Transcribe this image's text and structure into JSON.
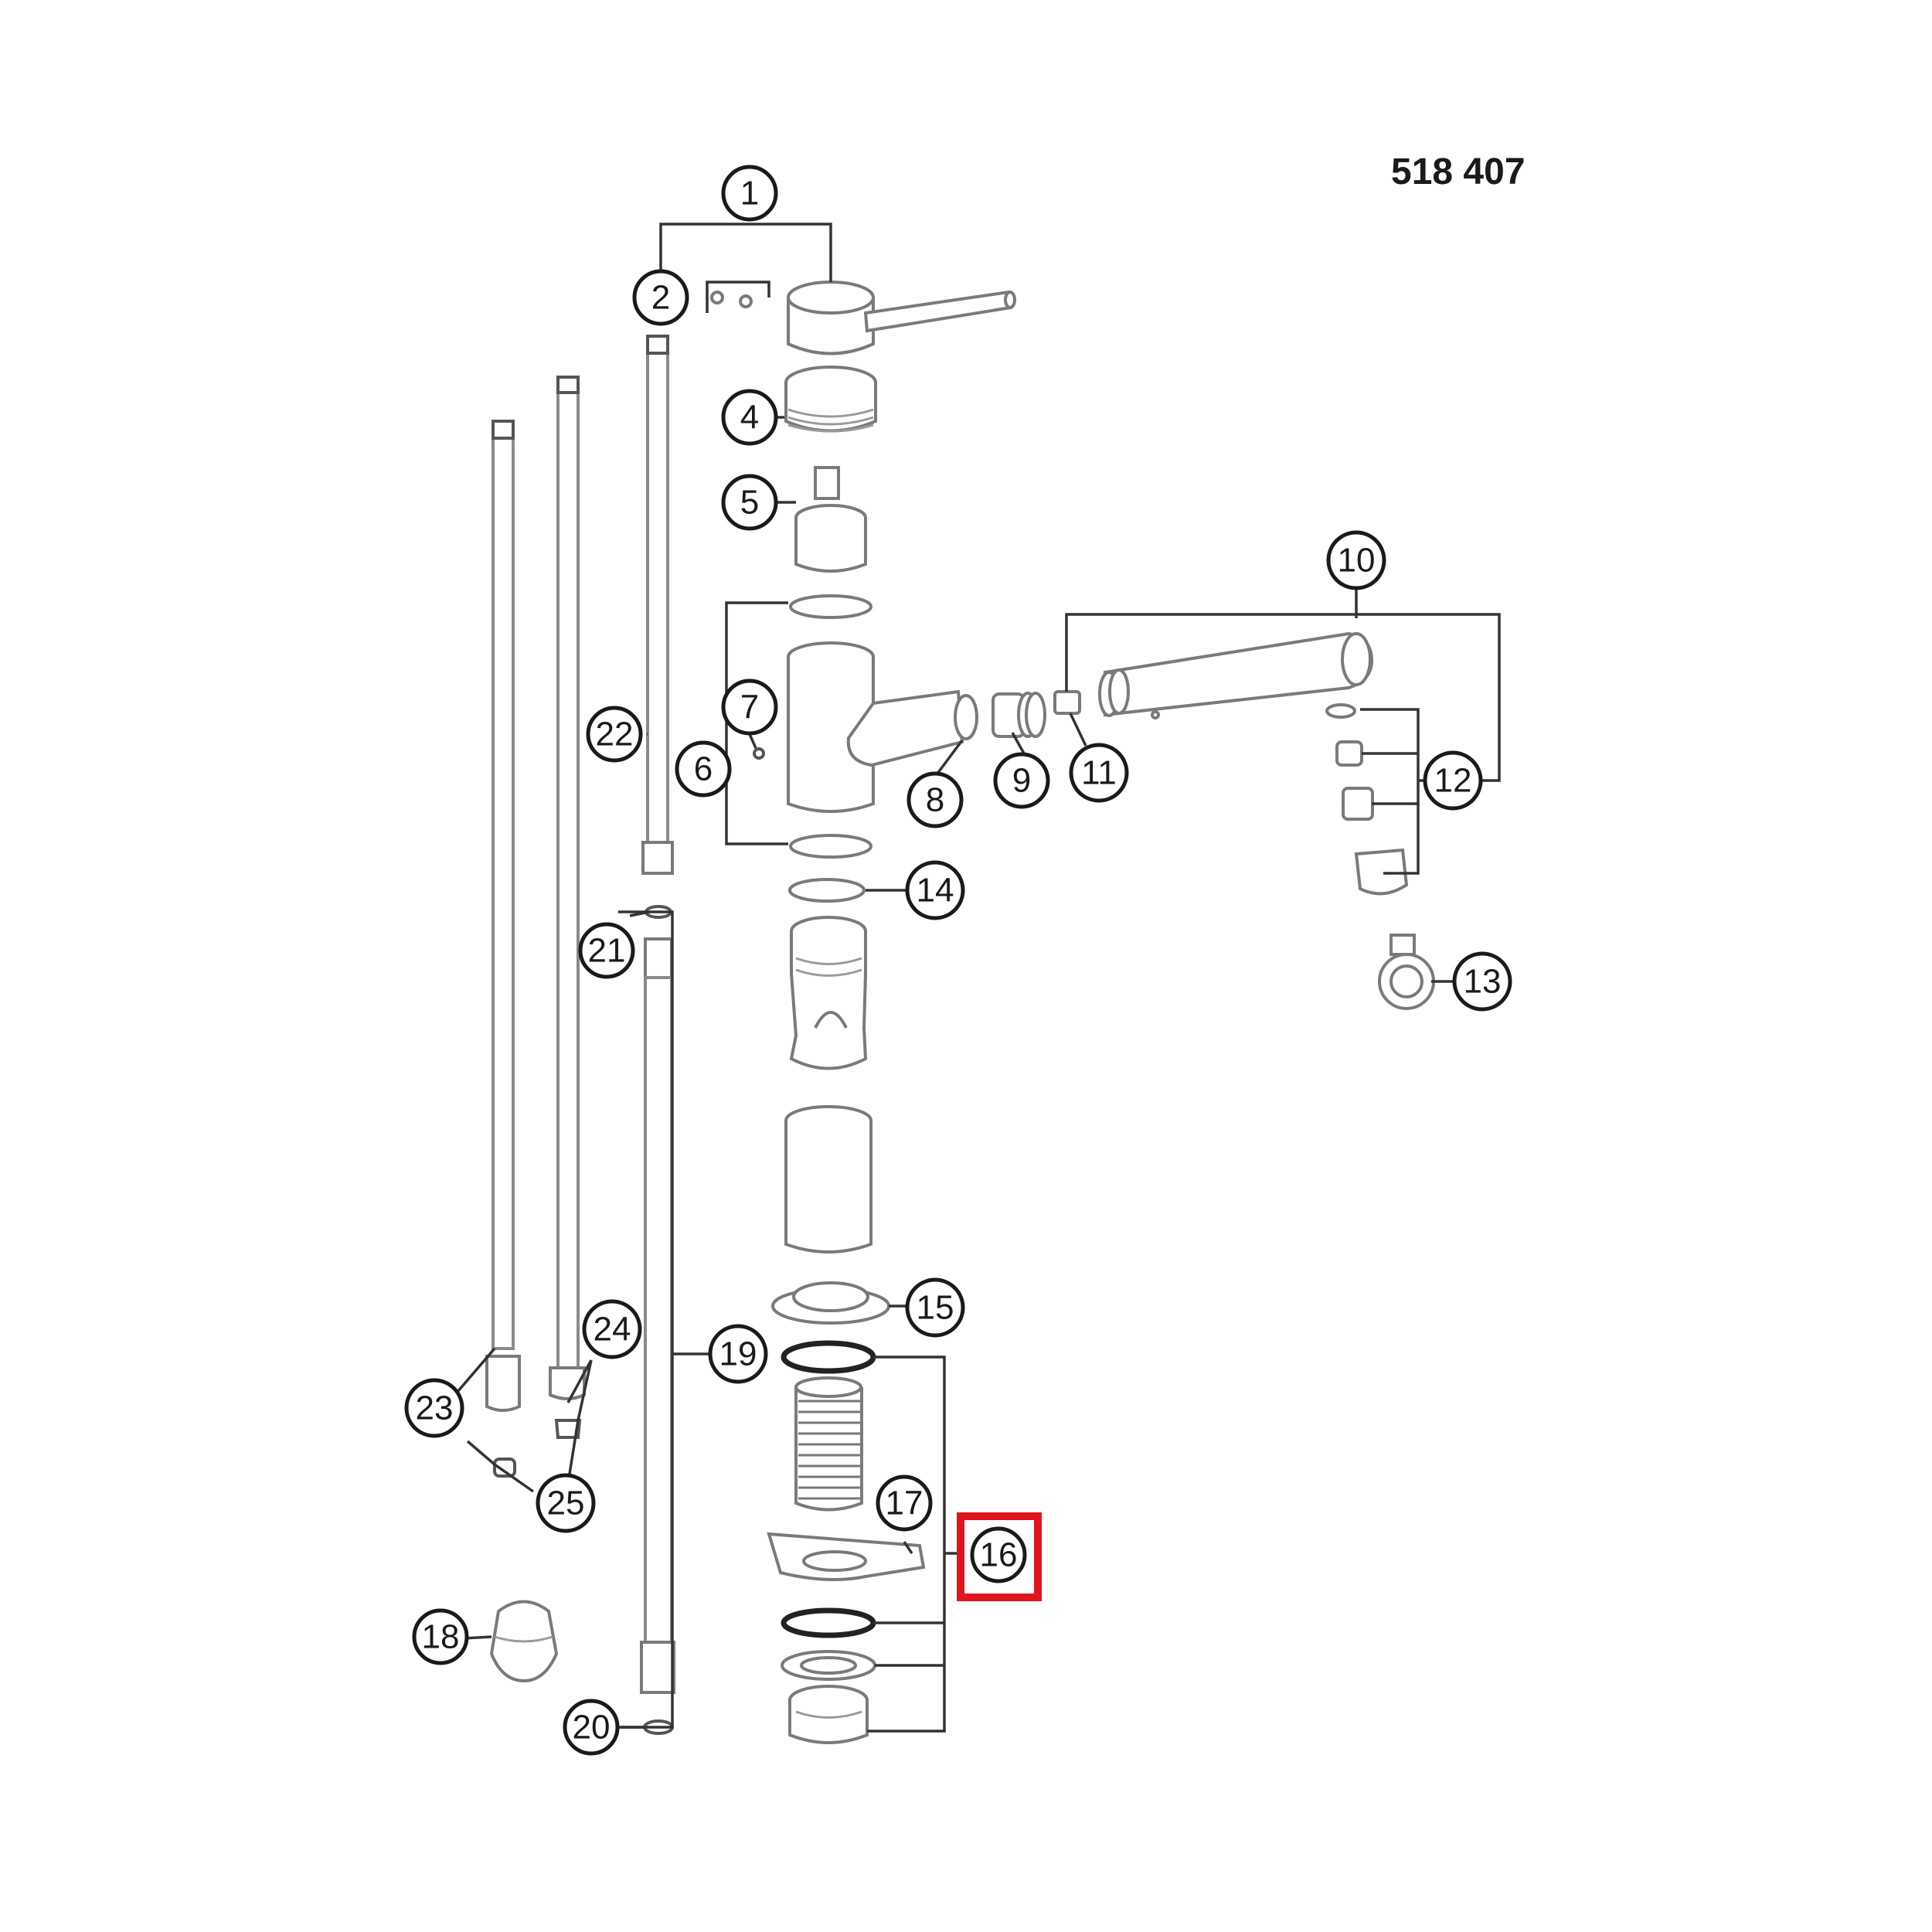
{
  "diagram": {
    "model_code": "518 407",
    "highlight_color": "#e0141e",
    "highlighted_callout": "16",
    "callouts": {
      "c1": "1",
      "c2": "2",
      "c4": "4",
      "c5": "5",
      "c6": "6",
      "c7": "7",
      "c8": "8",
      "c9": "9",
      "c10": "10",
      "c11": "11",
      "c12": "12",
      "c13": "13",
      "c14": "14",
      "c15": "15",
      "c16": "16",
      "c17": "17",
      "c18": "18",
      "c19": "19",
      "c20": "20",
      "c21": "21",
      "c22": "22",
      "c23": "23",
      "c24": "24",
      "c25": "25"
    }
  }
}
